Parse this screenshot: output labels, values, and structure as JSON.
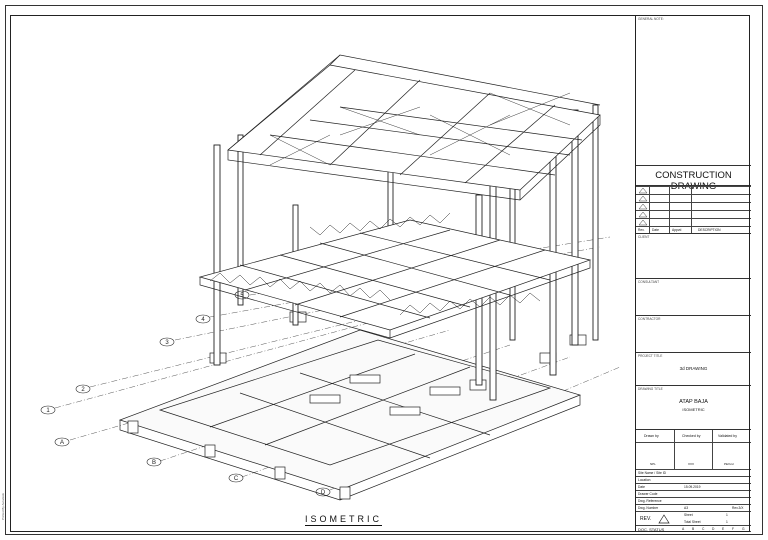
{
  "title_block": {
    "general_note_label": "GENERAL NOTE:",
    "drawing_status": "CONSTRUCTION DRAWING",
    "rev_headers": [
      "Rev.",
      "Date",
      "Appvd",
      "DESCRIPTION"
    ],
    "client_label": "CLIENT",
    "consultant_label": "CONSULTANT",
    "contractor_label": "CONTRACTOR",
    "project_label": "PROJECT TITLE",
    "project_title": "3d DRAWING",
    "drawing_title_label": "DRAWING TITLE",
    "drawing_title_1": "ATAP BAJA",
    "drawing_title_2": "ISOMETRIC",
    "sign_headers": [
      "Drawn by",
      "Checked by",
      "Validated by"
    ],
    "sign_values": [
      "NPL",
      "XXX",
      "PEXxxl"
    ],
    "site_name_label": "Site Name / Site ID",
    "location_label": "Location",
    "date_label": "Date",
    "date_value": "15.09.2019",
    "drawer_code_label": "Drawer Code",
    "dwg_reference_label": "Dwg. Reference",
    "dwg_number_label": "Dwg. Number",
    "dwg_number_value": "A3",
    "dwg_number_suffix": "Rev.3/X",
    "rev_label": "REV.",
    "sheet_label": "Sheet",
    "sheet_value": "1",
    "total_sheet_label": "Total Sheet",
    "total_sheet_value": "1",
    "doc_status_label": "DOC. STATUS",
    "doc_status_codes": [
      "A",
      "B",
      "C",
      "D",
      "E",
      "F",
      "G"
    ]
  },
  "drawing": {
    "view_title": "ISOMETRIC",
    "grid_bubbles_numbers": [
      "1",
      "2",
      "3",
      "4",
      "5"
    ],
    "grid_bubbles_letters": [
      "A",
      "B",
      "C",
      "D"
    ],
    "side_note": "Printed By Autodesk"
  }
}
